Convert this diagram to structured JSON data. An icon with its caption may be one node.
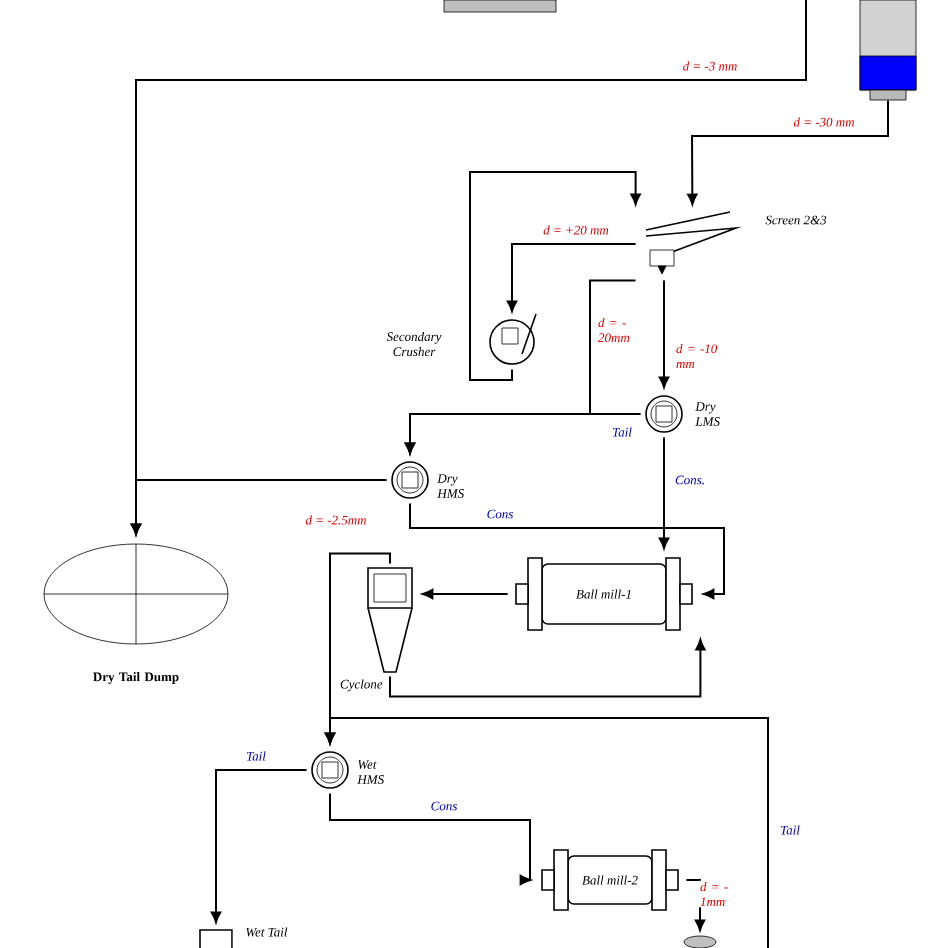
{
  "diagram": {
    "nodes": [
      {
        "text": [],
        "shape": "cylinder"
      },
      {
        "text": [
          "Screen 2&3"
        ]
      },
      {
        "text": [
          "Secondary Crusher"
        ]
      },
      {
        "text": [
          "Dry LMS"
        ]
      },
      {
        "text": [
          "Dry HMS"
        ]
      },
      {
        "text": [
          "Dry Tail Dump"
        ]
      },
      {
        "text": [
          "Ball mill-1"
        ]
      },
      {
        "text": [
          "Cyclone"
        ]
      },
      {
        "text": [
          "Wet HMS"
        ]
      },
      {
        "text": [
          "Ball mill-2"
        ]
      },
      {
        "text": [
          "Wet Tail"
        ]
      },
      {
        "text": [],
        "shape": "cylinder"
      }
    ],
    "edges": [
      {
        "from": null,
        "to": 5,
        "arrow": "to",
        "label": "*d* = -3 mm"
      },
      {
        "from": 0,
        "to": 1,
        "arrow": "to",
        "label": "*d* = -30 mm"
      },
      {
        "from": 2,
        "to": 1,
        "arrow": "to"
      },
      {
        "from": 1,
        "to": 2,
        "arrow": "to",
        "label": "*d* = +20 mm"
      },
      {
        "from": 1,
        "to": 3,
        "arrow": "to",
        "label": "*d* = -10 mm"
      },
      {
        "from": 1,
        "to": 4,
        "arrow": "to",
        "label": "*d* = -20mm"
      },
      {
        "from": 3,
        "to": 4,
        "arrow": "to",
        "label": "Tail"
      },
      {
        "from": 3,
        "to": 6,
        "arrow": "to",
        "label": "Cons."
      },
      {
        "from": 4,
        "to": 6,
        "arrow": "to",
        "label": "Cons"
      },
      {
        "from": 4,
        "to": 5,
        "arrow": "to"
      },
      {
        "from": 6,
        "to": 7,
        "arrow": "to"
      },
      {
        "from": 7,
        "to": 6,
        "arrow": "to"
      },
      {
        "from": 7,
        "to": 8,
        "arrow": "to",
        "label": "*d* = -2.5mm"
      },
      {
        "from": null,
        "to": 8,
        "arrow": "to",
        "label": "Tail"
      },
      {
        "from": 8,
        "to": 10,
        "arrow": "to",
        "label": "Tail"
      },
      {
        "from": 8,
        "to": 9,
        "arrow": "to",
        "label": "Cons"
      },
      {
        "from": 9,
        "to": 11,
        "arrow": "to",
        "label": "*d* = -1mm"
      }
    ]
  }
}
